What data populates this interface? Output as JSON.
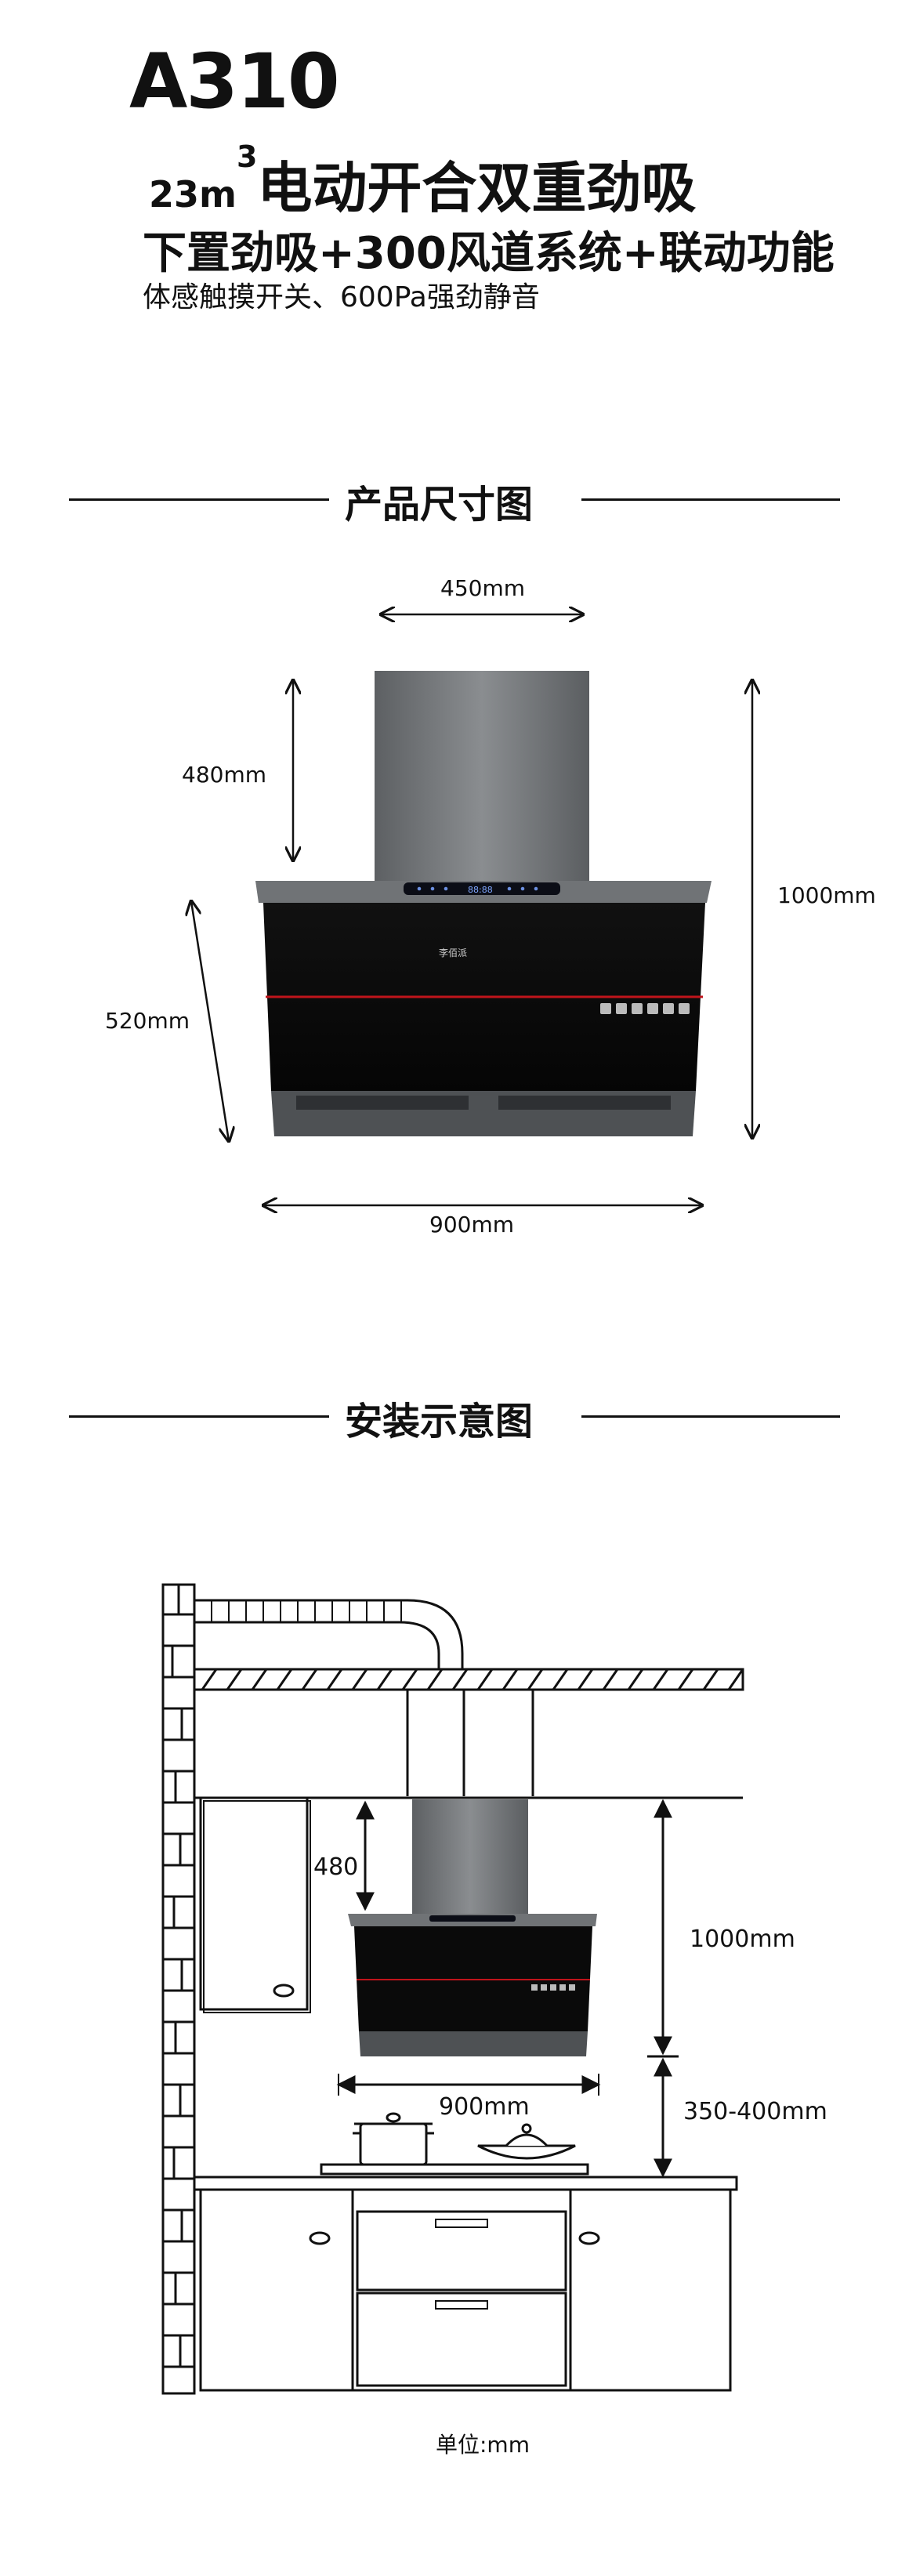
{
  "header": {
    "model": "A310",
    "line1_volume": "23m",
    "line1_sup": "3",
    "line1_text": "电动开合双重劲吸",
    "line2": "下置劲吸+300风道系统+联动功能",
    "line3": "体感触摸开关、600Pa强劲静音"
  },
  "size_section": {
    "title": "产品尺寸图",
    "width_top": "450mm",
    "chimney_height": "480mm",
    "body_height": "520mm",
    "total_height": "1000mm",
    "width_bottom": "900mm",
    "brand_mark": "李佰派",
    "display_time": "88:88"
  },
  "install_section": {
    "title": "安装示意图",
    "chimney_label": "480",
    "total_height": "1000mm",
    "clearance": "350-400mm",
    "width": "900mm",
    "unit_note": "单位:mm"
  }
}
